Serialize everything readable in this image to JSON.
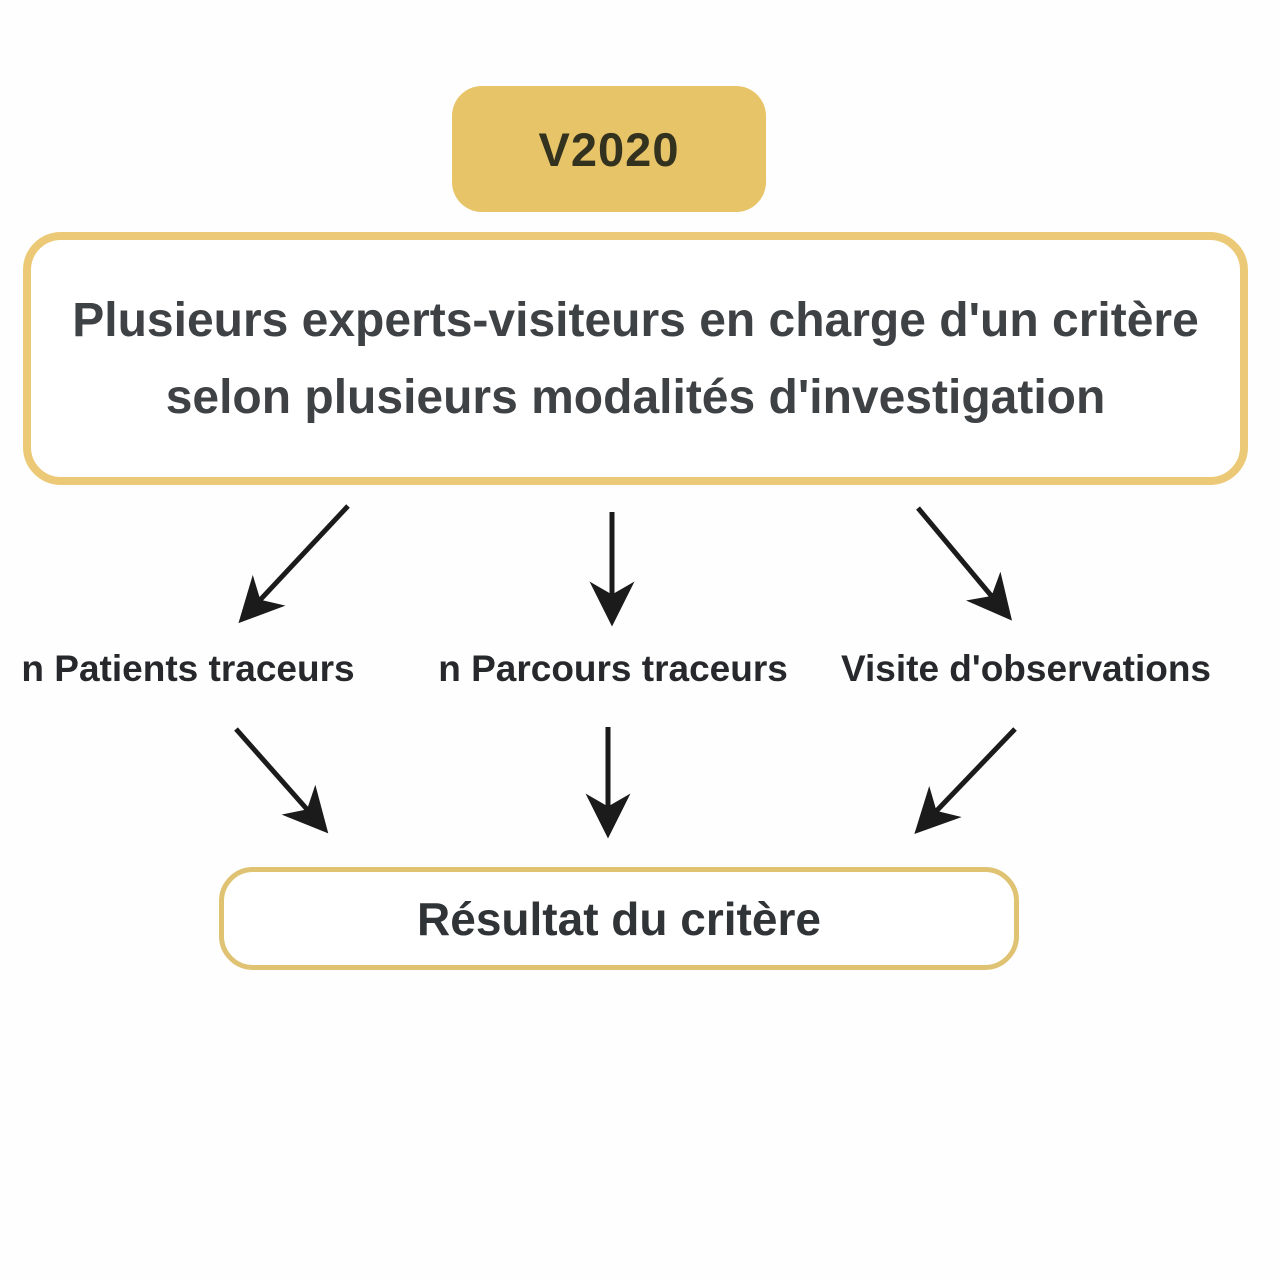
{
  "diagram": {
    "badge": "V2020",
    "main_box": {
      "line1": "Plusieurs experts-visiteurs en charge d'un critère",
      "line2": "selon plusieurs modalités d'investigation"
    },
    "branches": [
      {
        "label": "n Patients traceurs"
      },
      {
        "label": "n Parcours traceurs"
      },
      {
        "label": "Visite d'observations"
      }
    ],
    "result_box": {
      "label": "Résultat du critère"
    },
    "colors": {
      "gold_fill": "#e8c468",
      "gold_border": "#ecc977",
      "result_border": "#e0c273",
      "text_dark": "#3f4245",
      "arrow": "#1b1b1b"
    }
  }
}
